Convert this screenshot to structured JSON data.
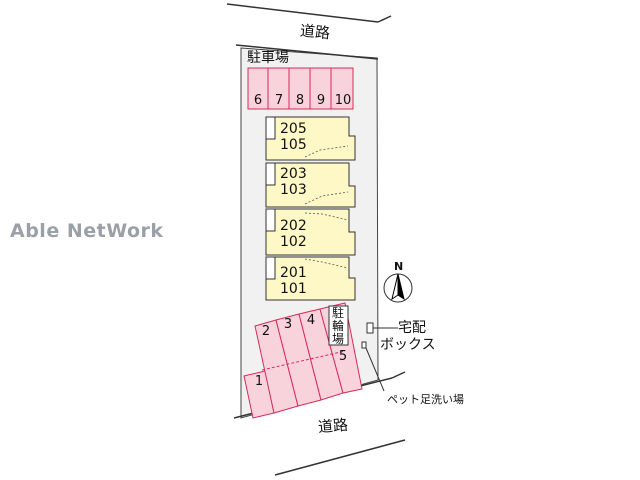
{
  "watermark": "Able NetWork",
  "roads": {
    "top": "道路",
    "bottom": "道路"
  },
  "parking": {
    "title": "駐車場",
    "top_slots": [
      "6",
      "7",
      "8",
      "9",
      "10"
    ],
    "bottom_slots": [
      "1",
      "2",
      "3",
      "4",
      "5"
    ]
  },
  "units": [
    {
      "upper": "205",
      "lower": "105"
    },
    {
      "upper": "203",
      "lower": "103"
    },
    {
      "upper": "202",
      "lower": "102"
    },
    {
      "upper": "201",
      "lower": "101"
    }
  ],
  "bike_parking": "駐輪場",
  "delivery_box": {
    "line1": "宅配",
    "line2": "ボックス"
  },
  "pet_wash": "ペット足洗い場",
  "compass": "N",
  "colors": {
    "parking_fill": "#f9d3dc",
    "parking_stroke": "#d92a5a",
    "building_fill": "#fdf8c6",
    "ground_fill": "#f1f1f1",
    "watermark": "#9aa0a6"
  }
}
